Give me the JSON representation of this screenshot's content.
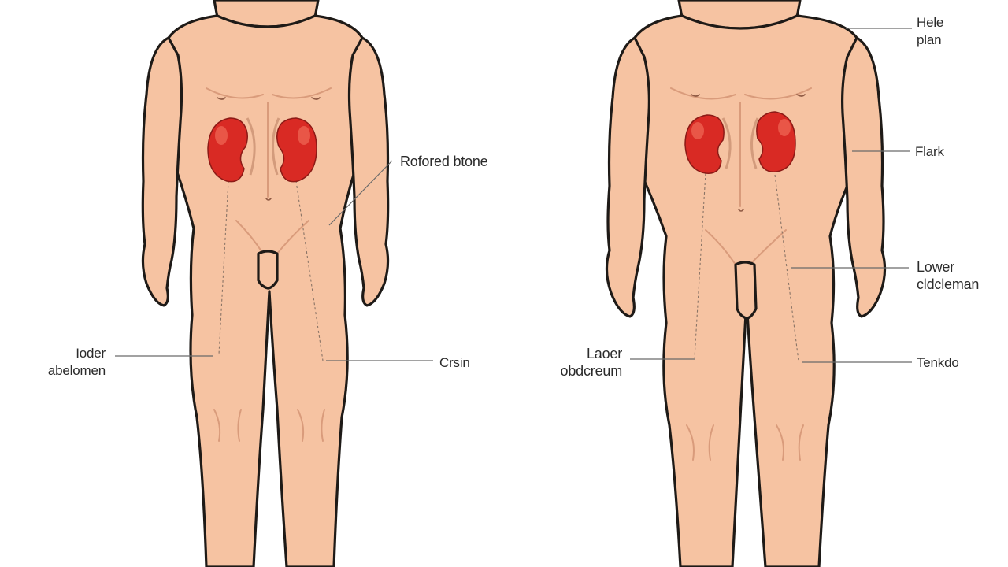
{
  "figures": [
    {
      "id": "left",
      "labels": {
        "referred": "Rofored btone",
        "lower_abdomen_line1": "Ioder",
        "lower_abdomen_line2": "abelomen",
        "groin": "Crsin"
      }
    },
    {
      "id": "right",
      "labels": {
        "upper_line1": "Hele",
        "upper_line2": "plan",
        "flank": "Flark",
        "lower_right_line1": "Lower",
        "lower_right_line2": "cldcleman",
        "lower_left_line1": "Laoer",
        "lower_left_line2": "obdcreum",
        "testicle": "Tenkdo"
      }
    }
  ],
  "colors": {
    "skin": "#f6c3a2",
    "outline": "#1e1a17",
    "kidney": "#d92a24",
    "leader": "#6a6a6a"
  }
}
